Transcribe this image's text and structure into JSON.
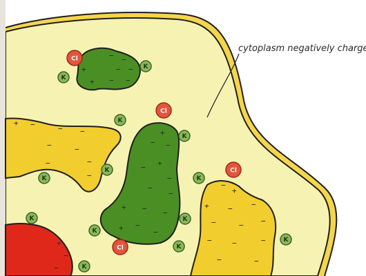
{
  "annotation": "cytoplasm negatively charged",
  "colors": {
    "cytoplasm": "#f6f3b2",
    "cell_border": "#1e1e1e",
    "organelle_green": "#4a8f24",
    "organelle_yellow": "#f2cd2e",
    "organelle_red": "#e0281a",
    "chloride": "#e2553d",
    "potassium": "#89b85a"
  },
  "ions": {
    "cl_label": "Cl",
    "k_label": "K"
  },
  "signs": {
    "plus": "+",
    "minus": "−"
  }
}
